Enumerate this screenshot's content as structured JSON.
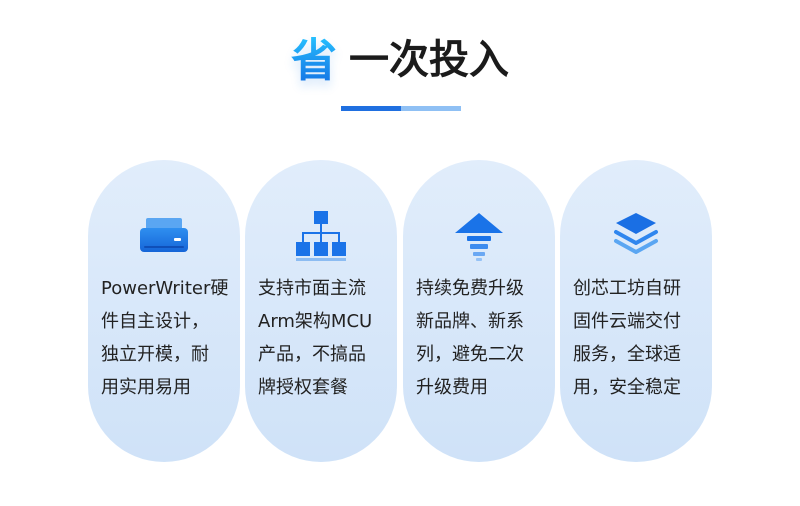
{
  "header": {
    "accent": "省",
    "title": "一次投入"
  },
  "colors": {
    "accent_gradient_top": "#28c2ff",
    "accent_gradient_bottom": "#1676e6",
    "underline_dark": "#1f6fe0",
    "underline_light": "#8fc0f4",
    "card_background": "#d6e6f9",
    "icon_blue": "#1a73e8"
  },
  "cards": [
    {
      "icon": "hard-drive-icon",
      "lines": [
        "PowerWriter硬",
        "件自主设计，",
        "独立开模，耐",
        "用实用易用"
      ]
    },
    {
      "icon": "hierarchy-network-icon",
      "lines": [
        "支持市面主流",
        "Arm架构MCU",
        "产品，不搞品",
        "牌授权套餐"
      ]
    },
    {
      "icon": "upgrade-arrow-icon",
      "lines": [
        "持续免费升级",
        "新品牌、新系",
        "列，避免二次",
        "升级费用"
      ]
    },
    {
      "icon": "layers-stack-icon",
      "lines": [
        "创芯工坊自研",
        "固件云端交付",
        "服务，全球适",
        "用，安全稳定"
      ]
    }
  ]
}
